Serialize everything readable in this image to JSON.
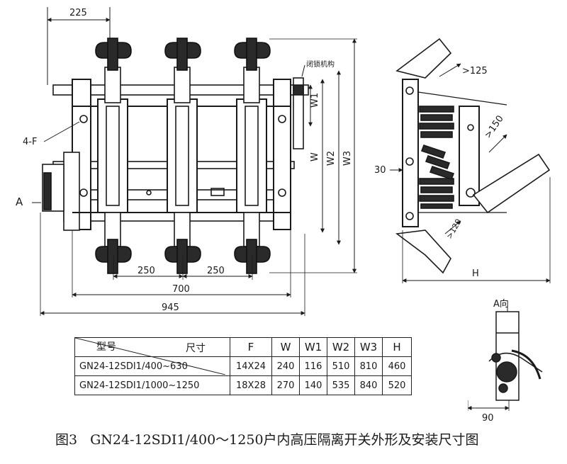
{
  "front_view": {
    "dim_top": "225",
    "dim_250_a": "250",
    "dim_250_b": "250",
    "dim_700": "700",
    "dim_945": "945",
    "label_4f": "4-F",
    "label_a": "A",
    "label_mechanism": "闭锁机构",
    "dim_w1": "W1",
    "dim_w": "W",
    "dim_w2": "W2",
    "dim_w3": "W3"
  },
  "side_view": {
    "dim_125": ">125",
    "dim_150": ">150",
    "dim_30": "30",
    "dim_120": ">120",
    "dim_h": "H"
  },
  "detail_view": {
    "title": "A向",
    "dim_90": "90"
  },
  "spec_table": {
    "header_diag_top": "尺寸",
    "header_diag_bottom": "型号",
    "columns": [
      "F",
      "W",
      "W1",
      "W2",
      "W3",
      "H"
    ],
    "rows": [
      {
        "model": "GN24-12SDI1/400~630",
        "values": [
          "14X24",
          "240",
          "116",
          "510",
          "810",
          "460"
        ]
      },
      {
        "model": "GN24-12SDI1/1000~1250",
        "values": [
          "18X28",
          "270",
          "140",
          "535",
          "840",
          "520"
        ]
      }
    ]
  },
  "caption": {
    "figure_no": "图3",
    "text": "GN24-12SDⅠ1/400～1250户内高压隔离开关外形及安装尺寸图"
  }
}
